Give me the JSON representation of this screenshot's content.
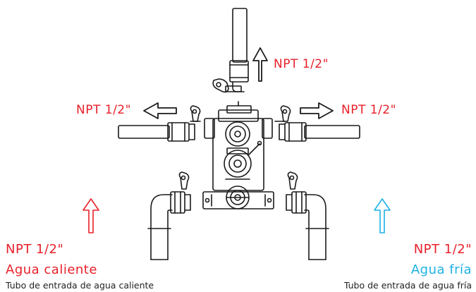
{
  "labels": {
    "top_outlet": "NPT 1/2\"",
    "left_outlet": "NPT 1/2\"",
    "right_outlet": "NPT 1/2\"",
    "hot_size": "NPT 1/2\"",
    "hot_name": "Agua caliente",
    "hot_desc": "Tubo de entrada de agua caliente",
    "cold_size": "NPT 1/2\"",
    "cold_name": "Agua fría",
    "cold_desc": "Tubo de entrada de agua fría"
  },
  "colors": {
    "hot": "#e8202a",
    "cold": "#1eb1e6",
    "line": "#1a1a1a"
  }
}
